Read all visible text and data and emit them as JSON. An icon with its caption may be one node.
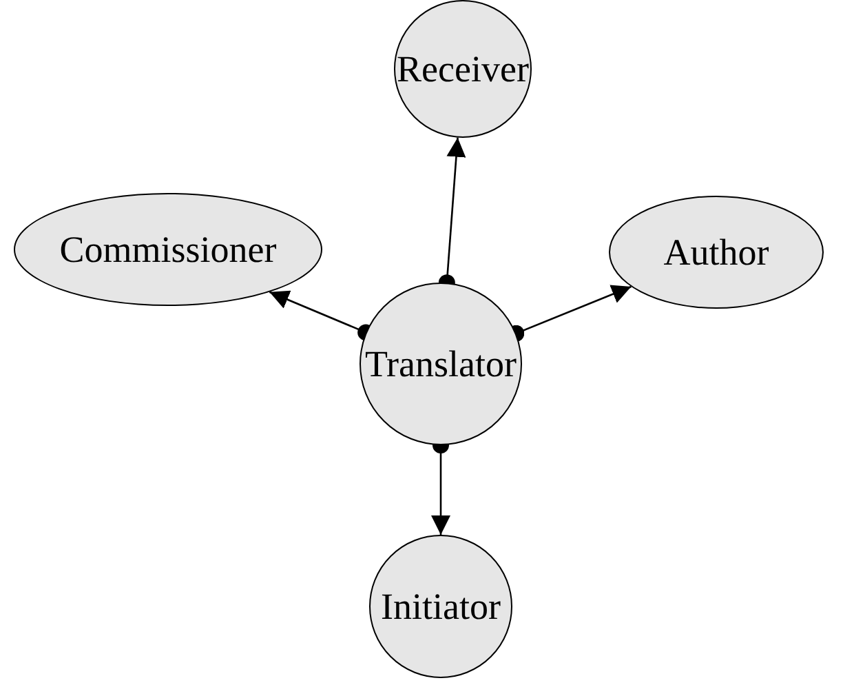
{
  "diagram": {
    "nodes": [
      {
        "text": [
          "Receiver"
        ]
      },
      {
        "text": [
          "Commissioner"
        ]
      },
      {
        "text": [
          "Translator"
        ]
      },
      {
        "text": [
          "Author"
        ]
      },
      {
        "text": [
          "Initiator"
        ]
      }
    ],
    "edges": [
      {
        "from": 2,
        "to": 0,
        "arrow": "to"
      },
      {
        "from": 2,
        "to": 1,
        "arrow": "to"
      },
      {
        "from": 2,
        "to": 3,
        "arrow": "to"
      },
      {
        "from": 2,
        "to": 4,
        "arrow": "to"
      }
    ]
  }
}
